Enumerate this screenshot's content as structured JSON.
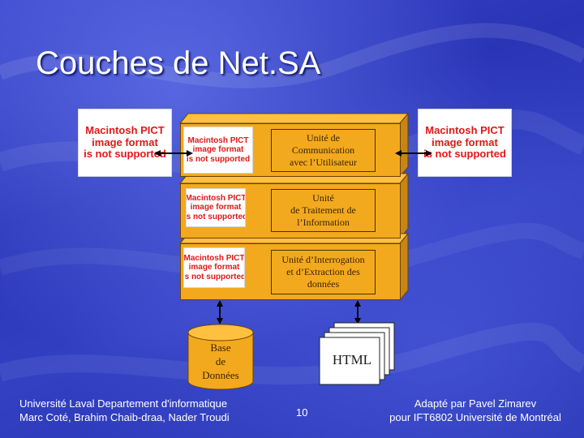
{
  "slide": {
    "title": "Couches de Net.SA",
    "page_number": "10"
  },
  "placeholder": {
    "line1": "Macintosh PICT",
    "line2": "image format",
    "line3": "is not supported"
  },
  "layers": [
    {
      "lines": [
        "Unité de",
        "Communication",
        "avec l’Utilisateur"
      ]
    },
    {
      "lines": [
        "Unité",
        "de Traitement de",
        "l’Information"
      ]
    },
    {
      "lines": [
        "Unité d’Interrogation",
        "et d’Extraction des",
        "données"
      ]
    }
  ],
  "database": {
    "lines": [
      "Base",
      "de",
      "Données"
    ]
  },
  "html_doc": {
    "label": "HTML"
  },
  "footer": {
    "left": [
      "Université Laval Departement d'informatique",
      "Marc Coté, Brahim Chaib-draa, Nader Troudi"
    ],
    "right": [
      "Adapté par Pavel Zimarev",
      "pour  IFT6802 Université de Montréal"
    ]
  },
  "colors": {
    "layer_fill": "#f3a91e",
    "layer_top": "#ffc040",
    "layer_side": "#c98512",
    "pict_text": "#e01818",
    "background": "#2a35b6"
  }
}
